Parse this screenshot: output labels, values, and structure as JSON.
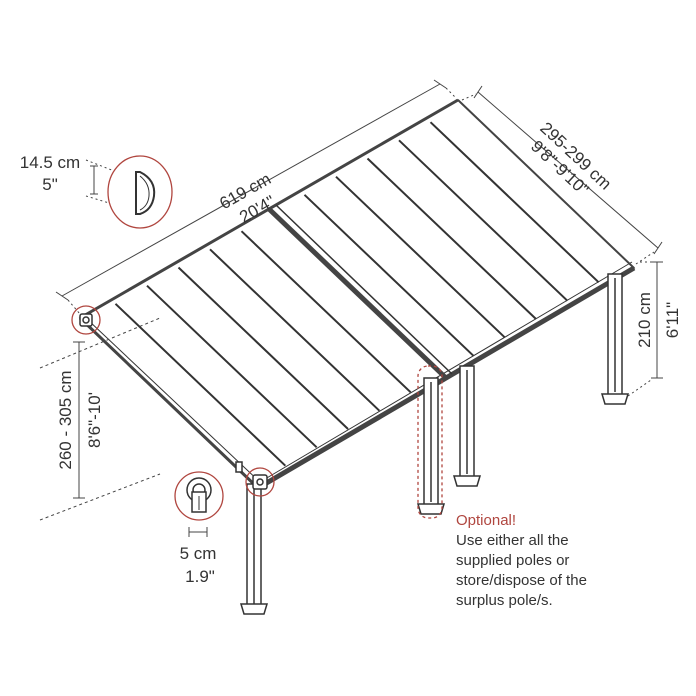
{
  "diagram": {
    "dimensions": {
      "length_cm": "619 cm",
      "length_ft": "20'4\"",
      "depth_cm": "295-299 cm",
      "depth_ft": "9'8\"-9'10\"",
      "wall_height_cm": "260 - 305 cm",
      "wall_height_ft": "8'6\"-10'",
      "post_height_cm": "210 cm",
      "post_height_ft": "6'11\"",
      "gutter_cm": "14.5 cm",
      "gutter_in": "5\"",
      "bracket_cm": "5 cm",
      "bracket_in": "1.9\""
    },
    "note": {
      "title": "Optional!",
      "lines": [
        "Use either all the",
        "supplied poles or",
        "store/dispose of the",
        "surplus pole/s."
      ]
    },
    "colors": {
      "line": "#333333",
      "panel": "#ffffff",
      "accent": "#b0463f"
    }
  }
}
